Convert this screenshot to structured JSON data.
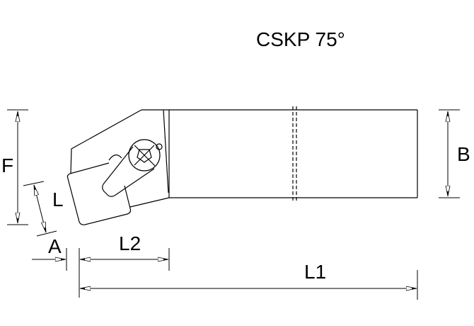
{
  "drawing": {
    "title": "CSKP 75°",
    "subject": "external turning tool holder, 75° approach angle, square insert",
    "colors": {
      "line": "#000000",
      "background": "#ffffff",
      "arrow_fill": "#ffffff"
    }
  },
  "dimensions": {
    "F": {
      "label": "F",
      "description": "functional width / offset"
    },
    "L": {
      "label": "L",
      "description": "insert cutting edge length"
    },
    "A": {
      "label": "A",
      "description": "tip overhang"
    },
    "L2": {
      "label": "L2",
      "description": "head length"
    },
    "L1": {
      "label": "L1",
      "description": "overall length"
    },
    "B": {
      "label": "B",
      "description": "shank width"
    }
  }
}
